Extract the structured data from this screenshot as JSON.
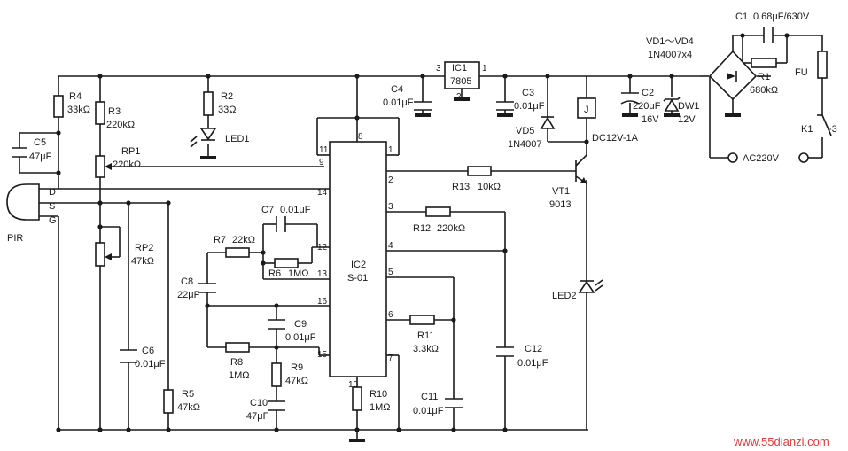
{
  "components": {
    "r1": {
      "ref": "R1",
      "value": "680kΩ"
    },
    "r2": {
      "ref": "R2",
      "value": "33Ω"
    },
    "r3": {
      "ref": "R3",
      "value": "220kΩ"
    },
    "r4": {
      "ref": "R4",
      "value": "33kΩ"
    },
    "r5": {
      "ref": "R5",
      "value": "47kΩ"
    },
    "r6": {
      "ref": "R6",
      "value": "1MΩ"
    },
    "r7": {
      "ref": "R7",
      "value": "22kΩ"
    },
    "r8": {
      "ref": "R8",
      "value": "1MΩ"
    },
    "r9": {
      "ref": "R9",
      "value": "47kΩ"
    },
    "r10": {
      "ref": "R10",
      "value": "1MΩ"
    },
    "r11": {
      "ref": "R11",
      "value": "3.3kΩ"
    },
    "r12": {
      "ref": "R12",
      "value": "220kΩ"
    },
    "r13": {
      "ref": "R13",
      "value": "10kΩ"
    },
    "rp1": {
      "ref": "RP1",
      "value": "220kΩ"
    },
    "rp2": {
      "ref": "RP2",
      "value": "47kΩ"
    },
    "c1": {
      "ref": "C1",
      "value": "0.68μF/630V"
    },
    "c2": {
      "ref": "C2",
      "value": "220μF",
      "rating": "16V"
    },
    "c3": {
      "ref": "C3",
      "value": "0.01μF"
    },
    "c4": {
      "ref": "C4",
      "value": "0.01μF"
    },
    "c5": {
      "ref": "C5",
      "value": "47μF"
    },
    "c6": {
      "ref": "C6",
      "value": "0.01μF"
    },
    "c7": {
      "ref": "C7",
      "value": "0.01μF"
    },
    "c8": {
      "ref": "C8",
      "value": "22μF"
    },
    "c9": {
      "ref": "C9",
      "value": "0.01μF"
    },
    "c10": {
      "ref": "C10",
      "value": "47μF"
    },
    "c11": {
      "ref": "C11",
      "value": "0.01μF"
    },
    "c12": {
      "ref": "C12",
      "value": "0.01μF"
    },
    "ic1": {
      "ref": "IC1",
      "part": "7805",
      "pin_in": "3",
      "pin_out": "1",
      "pin_gnd": "2"
    },
    "ic2": {
      "ref": "IC2",
      "part": "S-01"
    },
    "ic2_pins": {
      "p1": "1",
      "p2": "2",
      "p3": "3",
      "p4": "4",
      "p5": "5",
      "p6": "6",
      "p7": "7",
      "p8": "8",
      "p9": "9",
      "p10": "10",
      "p11": "11",
      "p12": "12",
      "p13": "13",
      "p14": "14",
      "p15": "15",
      "p16": "16"
    },
    "bridge": {
      "ref": "VD1～VD4",
      "part": "1N4007x4"
    },
    "vd5": {
      "ref": "VD5",
      "part": "1N4007"
    },
    "dw1": {
      "ref": "DW1",
      "value": "12V"
    },
    "vt1": {
      "ref": "VT1",
      "part": "9013"
    },
    "relay": {
      "ref": "J",
      "part": "DC12V-1A"
    },
    "led1": {
      "ref": "LED1"
    },
    "led2": {
      "ref": "LED2"
    },
    "fuse": {
      "ref": "FU"
    },
    "switch": {
      "ref": "K1",
      "contact": "-3"
    },
    "mains": {
      "label": "AC220V"
    },
    "pir": {
      "ref": "PIR",
      "pin_d": "D",
      "pin_s": "S",
      "pin_g": "G"
    }
  },
  "watermark": "www.55dianzi.com"
}
